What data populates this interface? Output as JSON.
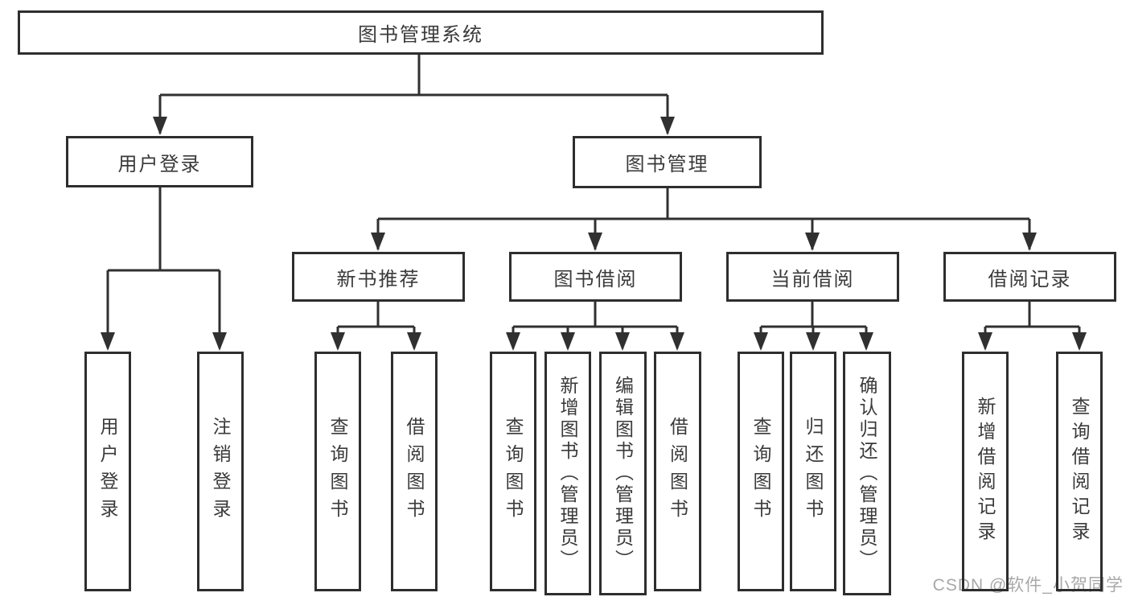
{
  "diagram": {
    "root": {
      "label": "图书管理系统"
    },
    "level1": [
      {
        "label": "用户登录",
        "children": [
          {
            "label": "用户登录"
          },
          {
            "label": "注销登录"
          }
        ]
      },
      {
        "label": "图书管理"
      }
    ],
    "level2": [
      {
        "label": "新书推荐",
        "children": [
          {
            "label": "查询图书"
          },
          {
            "label": "借阅图书"
          }
        ]
      },
      {
        "label": "图书借阅",
        "children": [
          {
            "label": "查询图书"
          },
          {
            "label": "新增图书（管理员）"
          },
          {
            "label": "编辑图书（管理员）"
          },
          {
            "label": "借阅图书"
          }
        ]
      },
      {
        "label": "当前借阅",
        "children": [
          {
            "label": "查询图书"
          },
          {
            "label": "归还图书"
          },
          {
            "label": "确认归还（管理员）"
          }
        ]
      },
      {
        "label": "借阅记录",
        "children": [
          {
            "label": "新增借阅记录"
          },
          {
            "label": "查询借阅记录"
          }
        ]
      }
    ],
    "watermark": "CSDN @软件_小贺同学"
  },
  "colors": {
    "line": "#303030",
    "box_border": "#2e2e2e",
    "text": "#3a3a3a",
    "watermark": "#a8a8a8",
    "background": "#ffffff"
  }
}
